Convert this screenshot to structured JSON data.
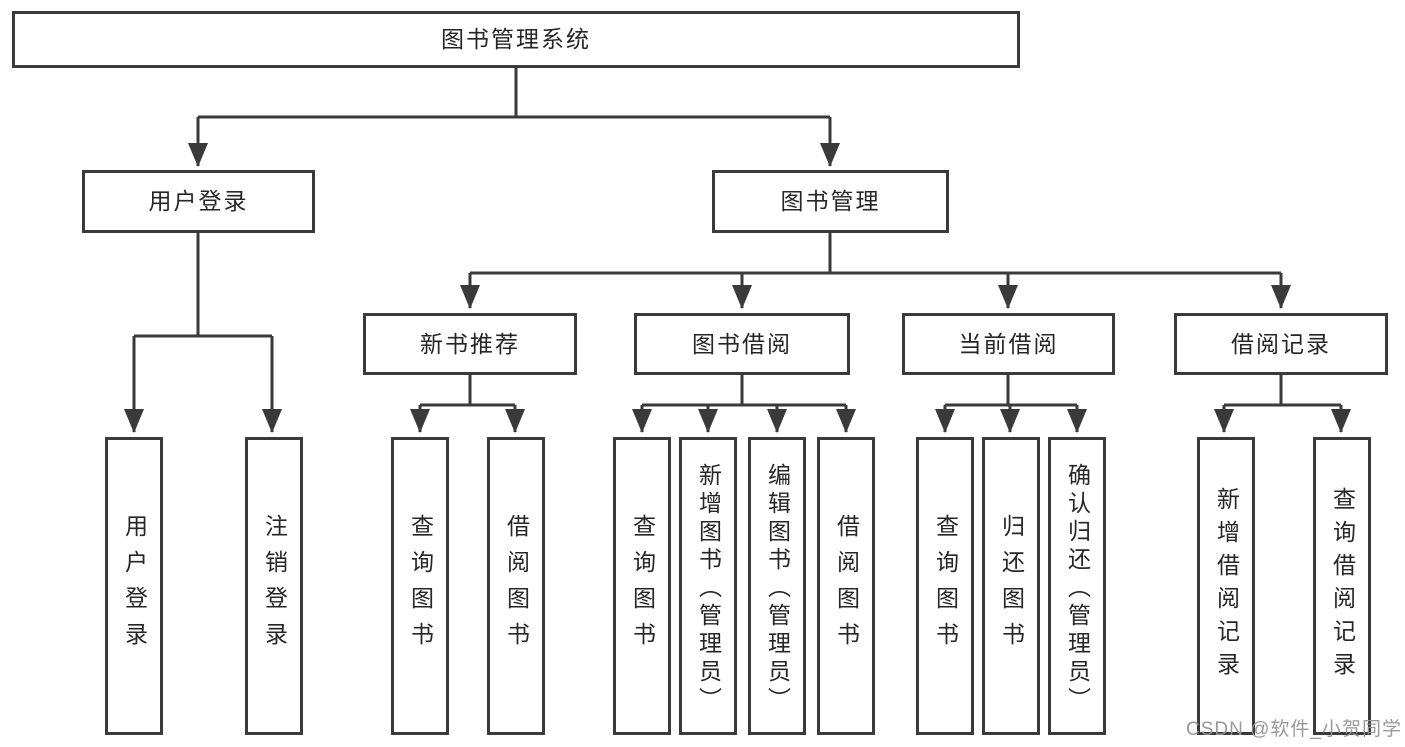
{
  "tree": {
    "root": "图书管理系统",
    "children": [
      {
        "label": "用户登录",
        "children": [
          {
            "label": "用户登录"
          },
          {
            "label": "注销登录"
          }
        ]
      },
      {
        "label": "图书管理",
        "children": [
          {
            "label": "新书推荐",
            "children": [
              {
                "label": "查询图书"
              },
              {
                "label": "借阅图书"
              }
            ]
          },
          {
            "label": "图书借阅",
            "children": [
              {
                "label": "查询图书"
              },
              {
                "label": "新增图书（管理员）"
              },
              {
                "label": "编辑图书（管理员）"
              },
              {
                "label": "借阅图书"
              }
            ]
          },
          {
            "label": "当前借阅",
            "children": [
              {
                "label": "查询图书"
              },
              {
                "label": "归还图书"
              },
              {
                "label": "确认归还（管理员）"
              }
            ]
          },
          {
            "label": "借阅记录",
            "children": [
              {
                "label": "新增借阅记录"
              },
              {
                "label": "查询借阅记录"
              }
            ]
          }
        ]
      }
    ]
  },
  "watermark": {
    "text": "CSDN @软件_小贺同学"
  },
  "colors": {
    "line": "#3a3a3a",
    "text": "#262626",
    "background": "#ffffff",
    "watermark": "#949494"
  }
}
